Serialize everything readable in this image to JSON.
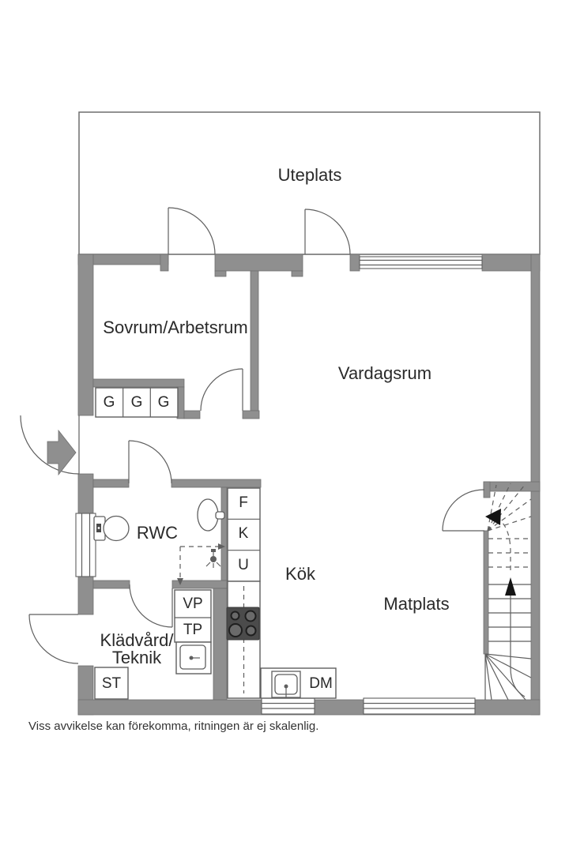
{
  "colors": {
    "wall": "#8f8f8f",
    "wall_edge": "#6e6e6e",
    "line": "#5f5f5f",
    "hob": "#4b4b4b",
    "text": "#2a2a2a",
    "background": "#ffffff"
  },
  "rooms": {
    "uteplats": {
      "label": "Uteplats"
    },
    "sovrum": {
      "label": "Sovrum/Arbetsrum"
    },
    "vardagsrum": {
      "label": "Vardagsrum"
    },
    "rwc": {
      "label": "RWC"
    },
    "kok": {
      "label": "Kök"
    },
    "matplats": {
      "label": "Matplats"
    },
    "kladvard": {
      "line1": "Klädvård/",
      "line2": "Teknik"
    }
  },
  "units": {
    "wardrobes": [
      "G",
      "G",
      "G"
    ],
    "kitchen_tall": [
      "F",
      "K",
      "U"
    ],
    "laundry": [
      "VP",
      "TP"
    ],
    "cleaning_closet": "ST",
    "dishwasher": "DM"
  },
  "footer": {
    "disclaimer": "Viss avvikelse kan förekomma, ritningen är ej skalenlig."
  }
}
